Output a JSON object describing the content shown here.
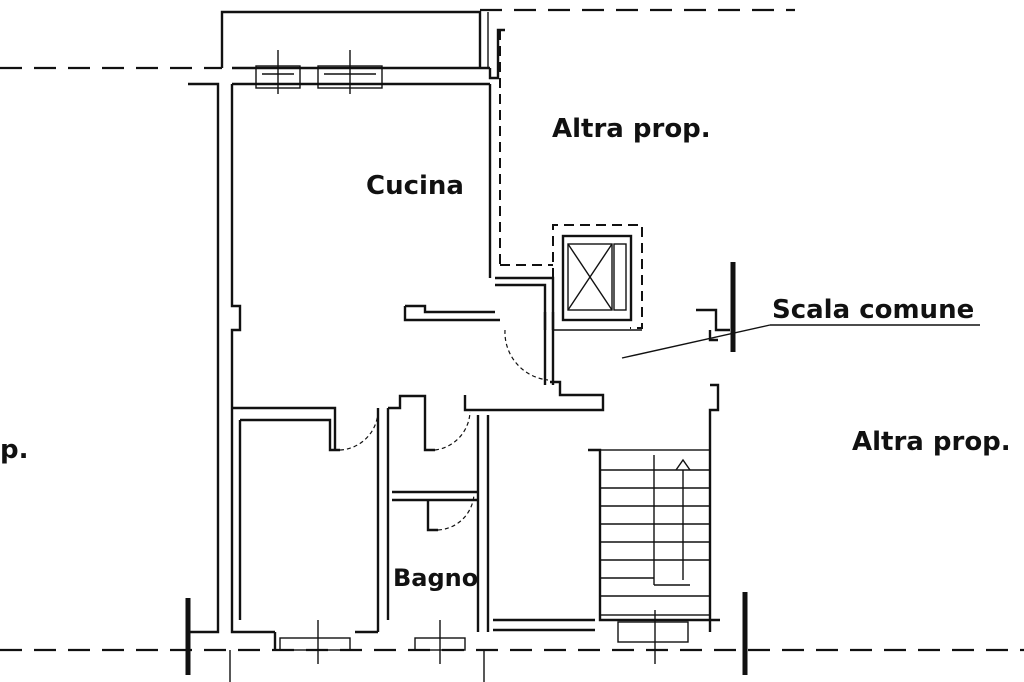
{
  "labels": {
    "cucina": "Cucina",
    "bagno": "Bagno",
    "altra_prop_top": "Altra prop.",
    "altra_prop_right": "Altra prop.",
    "altra_prop_left_partial": "p.",
    "scala_comune": "Scala comune"
  }
}
